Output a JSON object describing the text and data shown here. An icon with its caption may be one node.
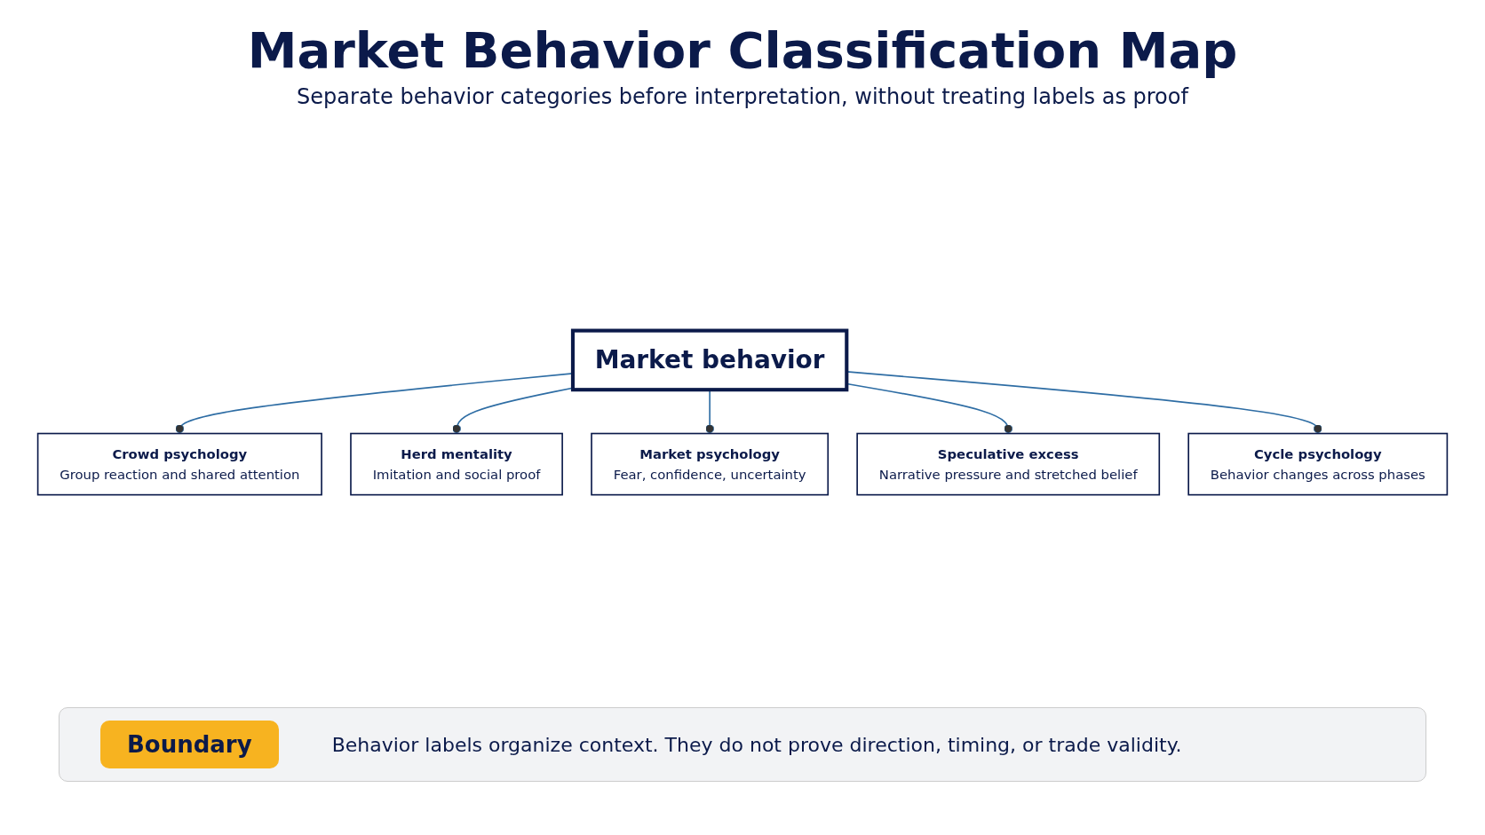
{
  "diagram": {
    "title": "Market Behavior Classification Map",
    "nodes": [
      {
        "text": [
          "Crowd psychology",
          "Group reaction and shared attention"
        ]
      },
      {
        "text": [
          "Herd mentality",
          "Imitation and social proof"
        ]
      },
      {
        "text": [
          "Market behavior"
        ]
      },
      {
        "text": [
          "Market psychology",
          "Fear, confidence, uncertainty"
        ]
      },
      {
        "text": [
          "Speculative excess",
          "Narrative pressure and stretched belief"
        ]
      },
      {
        "text": [
          "Cycle psychology",
          "Behavior changes across phases"
        ]
      },
      {
        "text": [
          "Boundary",
          "Behavior labels organize context. They do not prove direction, timing, or trade validity."
        ]
      }
    ],
    "edges": [
      {
        "from": 2,
        "to": 0,
        "arrow": "other"
      },
      {
        "from": 2,
        "to": 1,
        "arrow": "other"
      },
      {
        "from": 2,
        "to": 3,
        "arrow": "other"
      },
      {
        "from": 2,
        "to": 4,
        "arrow": "other"
      },
      {
        "from": 2,
        "to": 5,
        "arrow": "other"
      }
    ],
    "labels": [
      "Separate behavior categories before interpretation, without treating labels as proof"
    ]
  }
}
